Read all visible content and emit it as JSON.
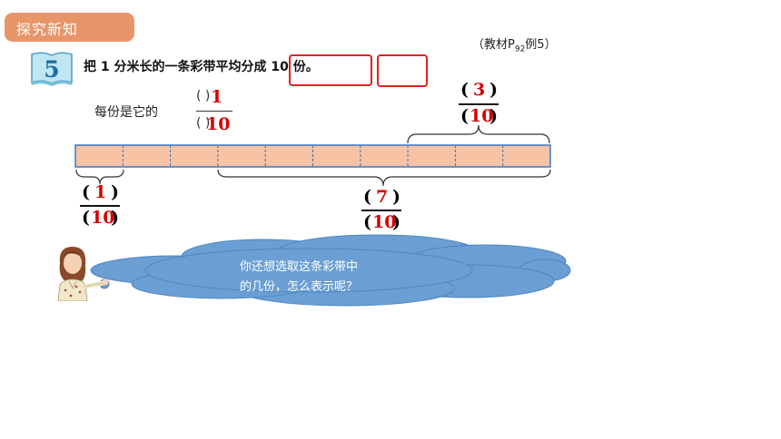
{
  "section_tab": {
    "label": "探究新知"
  },
  "reference": {
    "prefix": "（教材P",
    "page_sub": "92",
    "suffix": "例5）"
  },
  "example": {
    "number": "5"
  },
  "problem": {
    "text": "把 1 分米长的一条彩带平均分成 10 份。"
  },
  "each_part": {
    "label": "每份是它的",
    "paren": "(    )",
    "numerator": "1",
    "denominator": "10"
  },
  "strip": {
    "segments": 10,
    "fill_color": "#f7c3a4",
    "border_color": "#3a78c0",
    "divider_color": "#3a6fb5"
  },
  "fractions": {
    "one_part": {
      "numerator": "1",
      "denominator": "10"
    },
    "three_parts": {
      "numerator": "3",
      "denominator": "10"
    },
    "seven_parts": {
      "numerator": "7",
      "denominator": "10"
    }
  },
  "speech_bubble": {
    "line1": "你还想选取这条彩带中",
    "line2": "的几份，怎么表示呢？",
    "color": "#6b9fd4"
  }
}
